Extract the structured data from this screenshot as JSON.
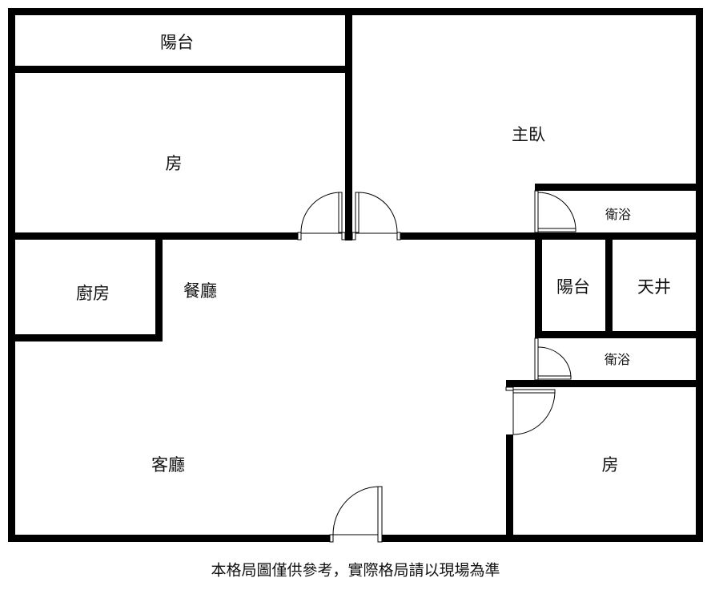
{
  "rooms": {
    "balcony_top": "陽台",
    "bedroom_left": "房",
    "master_bedroom": "主臥",
    "bathroom_1": "衛浴",
    "kitchen": "廚房",
    "dining": "餐廳",
    "balcony_right": "陽台",
    "light_well": "天井",
    "bathroom_2": "衛浴",
    "living_room": "客廳",
    "bedroom_right": "房"
  },
  "footer_note": "本格局圖僅供參考，實際格局請以現場為準",
  "colors": {
    "wall": "#000000",
    "background": "#ffffff"
  }
}
